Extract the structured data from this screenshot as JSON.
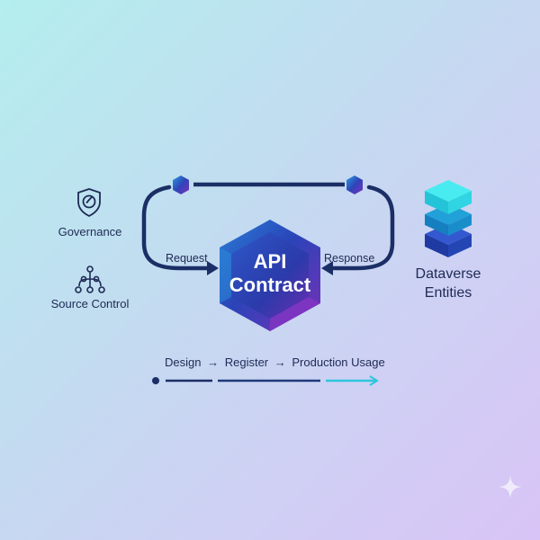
{
  "left_features": [
    {
      "label": "Governance",
      "icon": "shield-check-icon"
    },
    {
      "label": "Source Control",
      "icon": "branch-tree-icon"
    }
  ],
  "center": {
    "title_line1": "API",
    "title_line2": "Contract",
    "icon": "hexagon-icon"
  },
  "flows": {
    "request_label": "Request",
    "response_label": "Response"
  },
  "right_entity": {
    "line1": "Dataverse",
    "line2": "Entities",
    "icon": "stacked-layers-icon"
  },
  "lifecycle": {
    "steps": [
      "Design",
      "Register",
      "Production Usage"
    ],
    "separator": "→"
  },
  "colors": {
    "navy": "#1b2f66",
    "hex_blue": "#2a4cc4",
    "hex_purple": "#7a2fb8",
    "cyan": "#2fc6dc",
    "layer_top": "#3fe0e8",
    "layer_mid": "#1a8ecb",
    "layer_bottom": "#2147b5"
  }
}
